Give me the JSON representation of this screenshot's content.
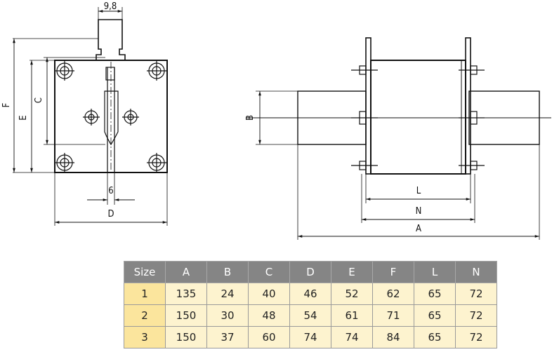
{
  "front_view": {
    "labels": {
      "tab_width": "9,8",
      "pin": "6",
      "depth": "D",
      "height_c": "C",
      "height_e": "E",
      "height_f": "F"
    }
  },
  "side_view": {
    "labels": {
      "blade_b": "B",
      "length_l": "L",
      "length_n": "N",
      "length_a": "A"
    }
  },
  "table": {
    "headers": [
      "Size",
      "A",
      "B",
      "C",
      "D",
      "E",
      "F",
      "L",
      "N"
    ],
    "rows": [
      [
        "1",
        "135",
        "24",
        "40",
        "46",
        "52",
        "62",
        "65",
        "72"
      ],
      [
        "2",
        "150",
        "30",
        "48",
        "54",
        "61",
        "71",
        "65",
        "72"
      ],
      [
        "3",
        "150",
        "37",
        "60",
        "74",
        "74",
        "84",
        "65",
        "72"
      ]
    ]
  }
}
